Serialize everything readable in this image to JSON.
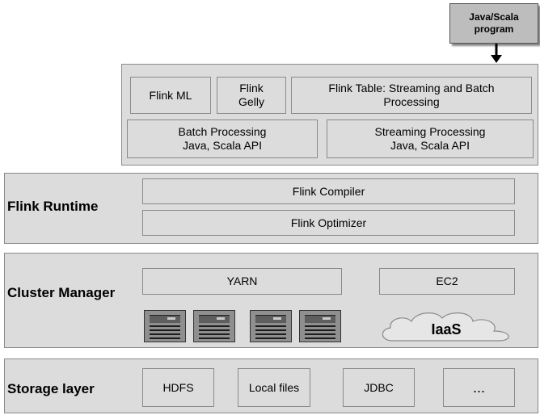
{
  "program": {
    "label_line1": "Java/Scala",
    "label_line2": "program"
  },
  "api_layer": {
    "flink_ml": "Flink ML",
    "flink_gelly_line1": "Flink",
    "flink_gelly_line2": "Gelly",
    "flink_table_line1": "Flink Table: Streaming and Batch",
    "flink_table_line2": "Processing",
    "batch_line1": "Batch Processing",
    "batch_line2": "Java, Scala API",
    "streaming_line1": "Streaming Processing",
    "streaming_line2": "Java, Scala API"
  },
  "runtime_layer": {
    "label": "Flink Runtime",
    "compiler": "Flink Compiler",
    "optimizer": "Flink Optimizer"
  },
  "cluster_layer": {
    "label": "Cluster Manager",
    "yarn": "YARN",
    "ec2": "EC2",
    "iaas": "IaaS",
    "server_icon": "server-rack-icon",
    "cloud_icon": "cloud-icon"
  },
  "storage_layer": {
    "label": "Storage layer",
    "items": [
      "HDFS",
      "Local files",
      "JDBC",
      "..."
    ]
  }
}
